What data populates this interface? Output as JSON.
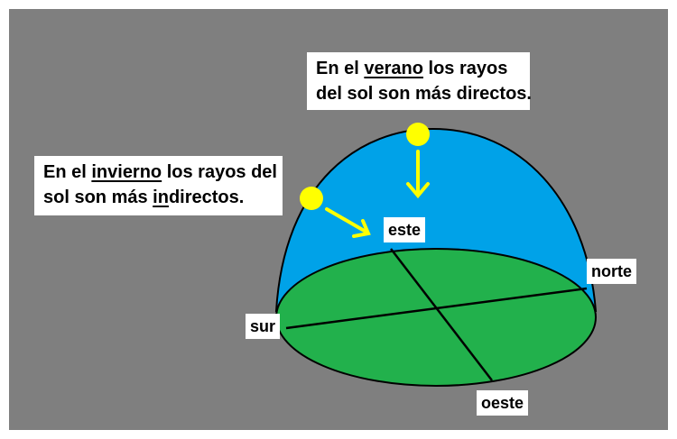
{
  "summer_note": {
    "part1": "En el ",
    "emphasis": "verano",
    "part2": " los rayos",
    "line2": "del sol son más directos."
  },
  "winter_note": {
    "part1": "En el ",
    "emphasis": "invierno",
    "part2": " los rayos del",
    "line2_part1": "sol son más ",
    "line2_emphasis": "in",
    "line2_part2": "directos."
  },
  "directions": {
    "east": "este",
    "north": "norte",
    "south": "sur",
    "west": "oeste"
  },
  "colors": {
    "background": "#7f7f7f",
    "sky_dome": "#00a2e8",
    "ground": "#22b14c",
    "sun": "#ffff00"
  }
}
